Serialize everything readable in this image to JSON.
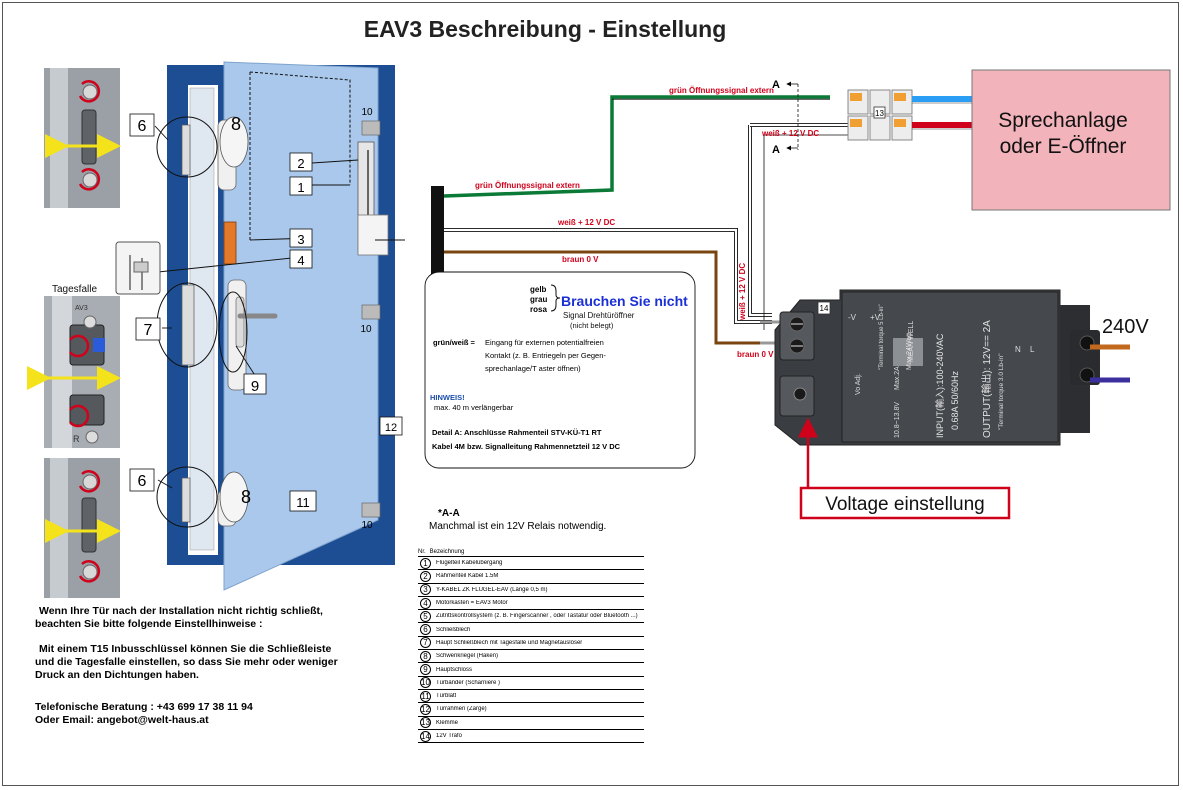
{
  "title": "EAV3  Beschreibung - Einstellung",
  "callouts": {
    "n1": "1",
    "n2": "2",
    "n3": "3",
    "n4": "4",
    "n6": "6",
    "n7": "7",
    "n8": "8",
    "n9": "9",
    "n10": "10",
    "n11": "11",
    "n12": "12",
    "n13": "13",
    "n14": "14"
  },
  "photo_label_tagesfalle": "Tagesfalle",
  "wires": {
    "green_extern": "grün Öffnungssignal extern",
    "white_12v": "weiß + 12 V DC",
    "brown_0v": "braun 0 V",
    "white_12v_vertical": "weiß + 12 V DC",
    "brown_0v_right": "braun 0 V",
    "section_a": "A"
  },
  "unused_box": {
    "gelb": "gelb",
    "grau": "grau",
    "rosa": "rosa",
    "brauchen": "Brauchen Sie nicht",
    "signal": "Signal Drehtüröffner",
    "nicht_belegt": "(nicht belegt)",
    "gw_label": "grün/weiß =",
    "gw_line1": "Eingang für externen potentialfreien",
    "gw_line2": "Kontakt (z. B. Entriegeln per Gegen-",
    "gw_line3": "sprechanlage/T aster öffnen)",
    "hinweis": "HINWEIS!",
    "hinweis_text": "max. 40 m verlängerbar",
    "detail1": "Detail A: Anschlüsse Rahmenteil STV-KÜ-T1 RT",
    "detail2": "Kabel 4M bzw. Signalleitung Rahmennetzteil 12 V DC"
  },
  "intercom": {
    "line1": "Sprechanlage",
    "line2": "oder E-Öffner"
  },
  "psu": {
    "v_minus": "-V",
    "v_plus": "+V",
    "torque": "\"Terminal torque 5 Lb-in\"",
    "vo_adj": "Vo Adj.",
    "range": "10.8~13.8V",
    "max": "Max.2A",
    "max24": "Max.24Watt",
    "input": "INPUT(輸入):100-240VAC",
    "input2": "0.68A  50/60Hz",
    "output": "OUTPUT(輸出): 12V== 2A",
    "torque2": "\"Terminal torque 3.0 Lb-in\"",
    "n_lbl": "N",
    "l_lbl": "L",
    "brand": "MEAN WELL",
    "mains": "240V"
  },
  "voltage_label": "Voltage einstellung",
  "relay_note": {
    "aa": "*A-A",
    "text": "Manchmal ist ein 12V Relais notwendig."
  },
  "legend": {
    "header_nr": "Nr.",
    "header_bez": "Bezeichnung",
    "rows": [
      {
        "nr": "1",
        "label": "Flügelteil Kabelübergang"
      },
      {
        "nr": "2",
        "label": "Rahmenteil   Kabel 1.5M"
      },
      {
        "nr": "3",
        "label": "Y-KABEL ZK FLÜGEL-EAV (Länge 0,5 m)"
      },
      {
        "nr": "4",
        "label": "Motorkasten = EAV3 Motor"
      },
      {
        "nr": "5",
        "label": "Zutrittskontrollsystem (z. B. Fingerscanner , oder Tastatur oder Bluetooth ...)"
      },
      {
        "nr": "6",
        "label": "Schließblech"
      },
      {
        "nr": "7",
        "label": "Haupt Schließblech mit Tagesfalle und Magnetauslöser"
      },
      {
        "nr": "8",
        "label": "Schwenkriegel (Haken)"
      },
      {
        "nr": "9",
        "label": "Hauptschloss"
      },
      {
        "nr": "10",
        "label": "Türbänder (Scharniere )"
      },
      {
        "nr": "11",
        "label": "Türblatt"
      },
      {
        "nr": "12",
        "label": "Türrahmen  (Zarge)"
      },
      {
        "nr": "13",
        "label": "Klemme"
      },
      {
        "nr": "14",
        "label": "12V Trafo"
      }
    ]
  },
  "info": {
    "p1_l1": "Wenn Ihre Tür nach der Installation nicht richtig schließt,",
    "p1_l2": "beachten Sie bitte folgende Einstellhinweise :",
    "p2_l1": "Mit einem T15 Inbusschlüssel können Sie die Schließleiste",
    "p2_l2": "und die Tagesfalle einstellen, so dass Sie mehr oder weniger",
    "p2_l3": "Druck an den Dichtungen haben.",
    "phone": "Telefonische Beratung : +43 699 17 38 11 94",
    "email": "Oder Email: angebot@welt-haus.at"
  },
  "colors": {
    "door_frame": "#1d4e94",
    "door_leaf": "#a9c8ec",
    "wire_green": "#0a7a36",
    "wire_brown": "#7a4410",
    "wire_red_text": "#d0021b",
    "intercom_fill": "#f2b3bb",
    "voltage_box": "#d0021b",
    "brauchen_blue": "#1a2fd6",
    "hinweis_blue": "#1a4ea8"
  }
}
